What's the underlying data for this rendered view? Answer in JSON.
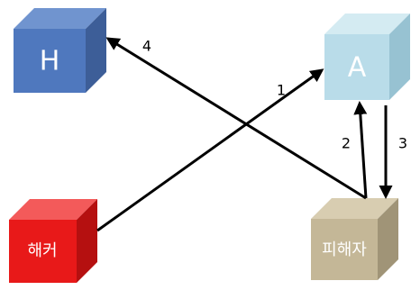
{
  "nodes": {
    "hacker_server": {
      "label": "H",
      "front": "#4F78BE",
      "top": "#7094CF",
      "side": "#3D5E98"
    },
    "server_a": {
      "label": "A",
      "front": "#B9DCE9",
      "top": "#D4EBF2",
      "side": "#97C2D2"
    },
    "hacker": {
      "label": "해커",
      "front": "#E81919",
      "top": "#F35A5A",
      "side": "#B51010"
    },
    "victim": {
      "label": "피해자",
      "front": "#C4B797",
      "top": "#D8CDB1",
      "side": "#A09477"
    }
  },
  "edges": [
    {
      "id": "1",
      "label": "1",
      "from": "hacker",
      "to": "server_a"
    },
    {
      "id": "2",
      "label": "2",
      "from": "victim",
      "to": "server_a"
    },
    {
      "id": "3",
      "label": "3",
      "from": "server_a",
      "to": "victim"
    },
    {
      "id": "4",
      "label": "4",
      "from": "victim",
      "to": "hacker_server"
    }
  ]
}
